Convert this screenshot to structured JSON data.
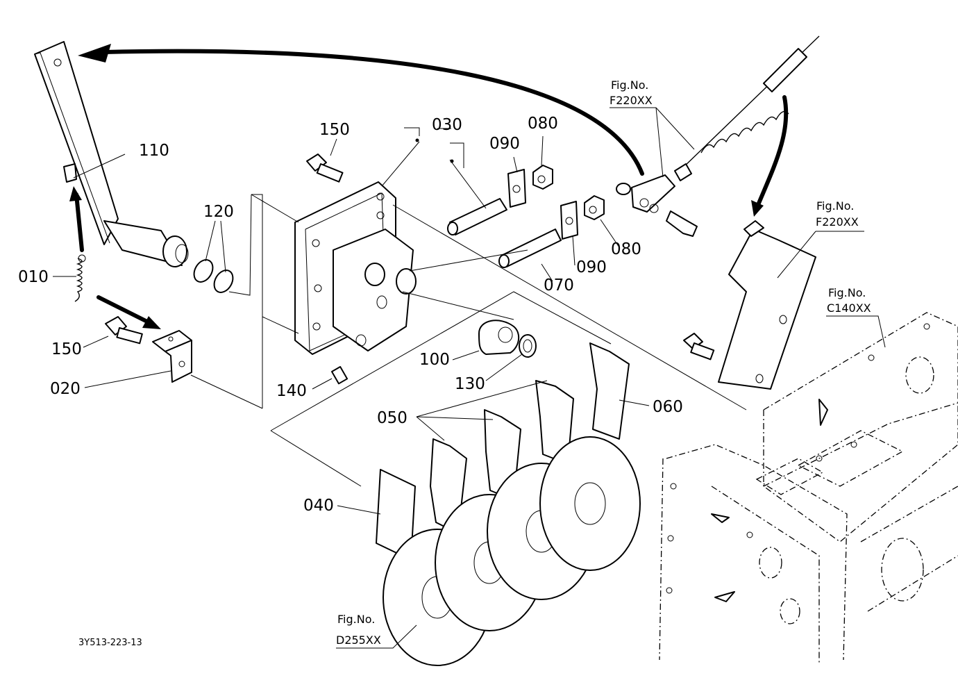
{
  "diagram_code": "3Y513-223-13",
  "callouts": {
    "c010": "010",
    "c020": "020",
    "c030": "030",
    "c040": "040",
    "c050": "050",
    "c060": "060",
    "c070": "070",
    "c080_top": "080",
    "c080_mid": "080",
    "c090_top": "090",
    "c090_mid": "090",
    "c100": "100",
    "c110": "110",
    "c120": "120",
    "c130": "130",
    "c140": "140",
    "c150_top": "150",
    "c150_left": "150"
  },
  "fig_refs": {
    "cable_top": {
      "prefix": "Fig.No.",
      "number": "F220XX"
    },
    "bracket_right": {
      "prefix": "Fig.No.",
      "number": "F220XX"
    },
    "case_right": {
      "prefix": "Fig.No.",
      "number": "C140XX"
    },
    "discs_bottom": {
      "prefix": "Fig.No.",
      "number": "D255XX"
    }
  }
}
